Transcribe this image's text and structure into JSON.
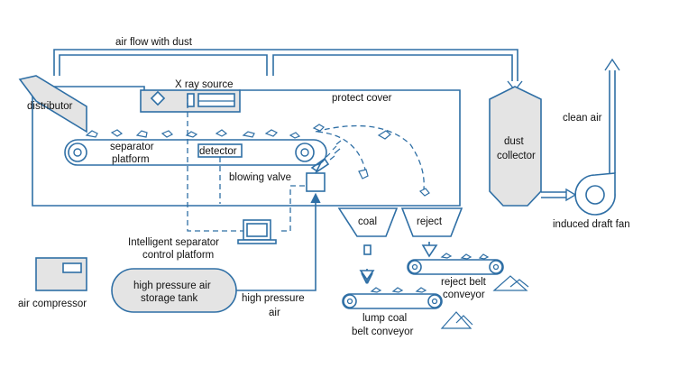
{
  "labels": {
    "air_flow": "air flow with dust",
    "x_ray_source": "X ray source",
    "protect_cover": "protect cover",
    "distributor": "distributor",
    "separator_platform_1": "separator",
    "separator_platform_2": "platform",
    "detector": "detector",
    "blowing_valve": "blowing valve",
    "coal": "coal",
    "reject": "reject",
    "control_1": "Intelligent separator",
    "control_2": "control platform",
    "tank_1": "high pressure air",
    "tank_2": "storage tank",
    "hp_air_1": "high pressure",
    "hp_air_2": "air",
    "air_compressor": "air compressor",
    "dust_1": "dust",
    "dust_2": "collector",
    "clean_air": "clean air",
    "fan": "induced draft fan",
    "reject_conv_1": "reject belt",
    "reject_conv_2": "conveyor",
    "lump_conv_1": "lump coal",
    "lump_conv_2": "belt conveyor"
  },
  "colors": {
    "line": "#2f6fa5",
    "fill_gray": "#e4e4e4"
  }
}
